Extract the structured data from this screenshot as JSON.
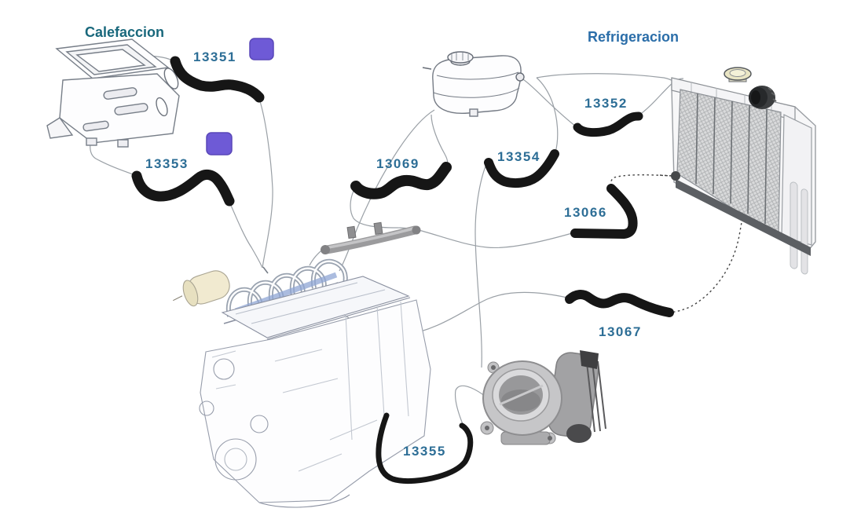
{
  "sections": {
    "heating_label": "Calefaccion",
    "cooling_label": "Refrigeracion"
  },
  "parts": [
    {
      "number": "13351"
    },
    {
      "number": "13353"
    },
    {
      "number": "13069"
    },
    {
      "number": "13354"
    },
    {
      "number": "13352"
    },
    {
      "number": "13066"
    },
    {
      "number": "13067"
    },
    {
      "number": "13355"
    }
  ],
  "components": [
    "heater-unit",
    "expansion-tank",
    "radiator",
    "engine",
    "coolant-metal-pipe",
    "throttle-body",
    "purple-clip",
    "purple-clip"
  ],
  "colors": {
    "background": "#ffffff",
    "part_number_blue": "#2d6e96",
    "heating_label_teal": "#19687c",
    "cooling_label_blue": "#2b6ea9",
    "hose_black": "#161616",
    "clip_purple": "#6e5ad6"
  }
}
